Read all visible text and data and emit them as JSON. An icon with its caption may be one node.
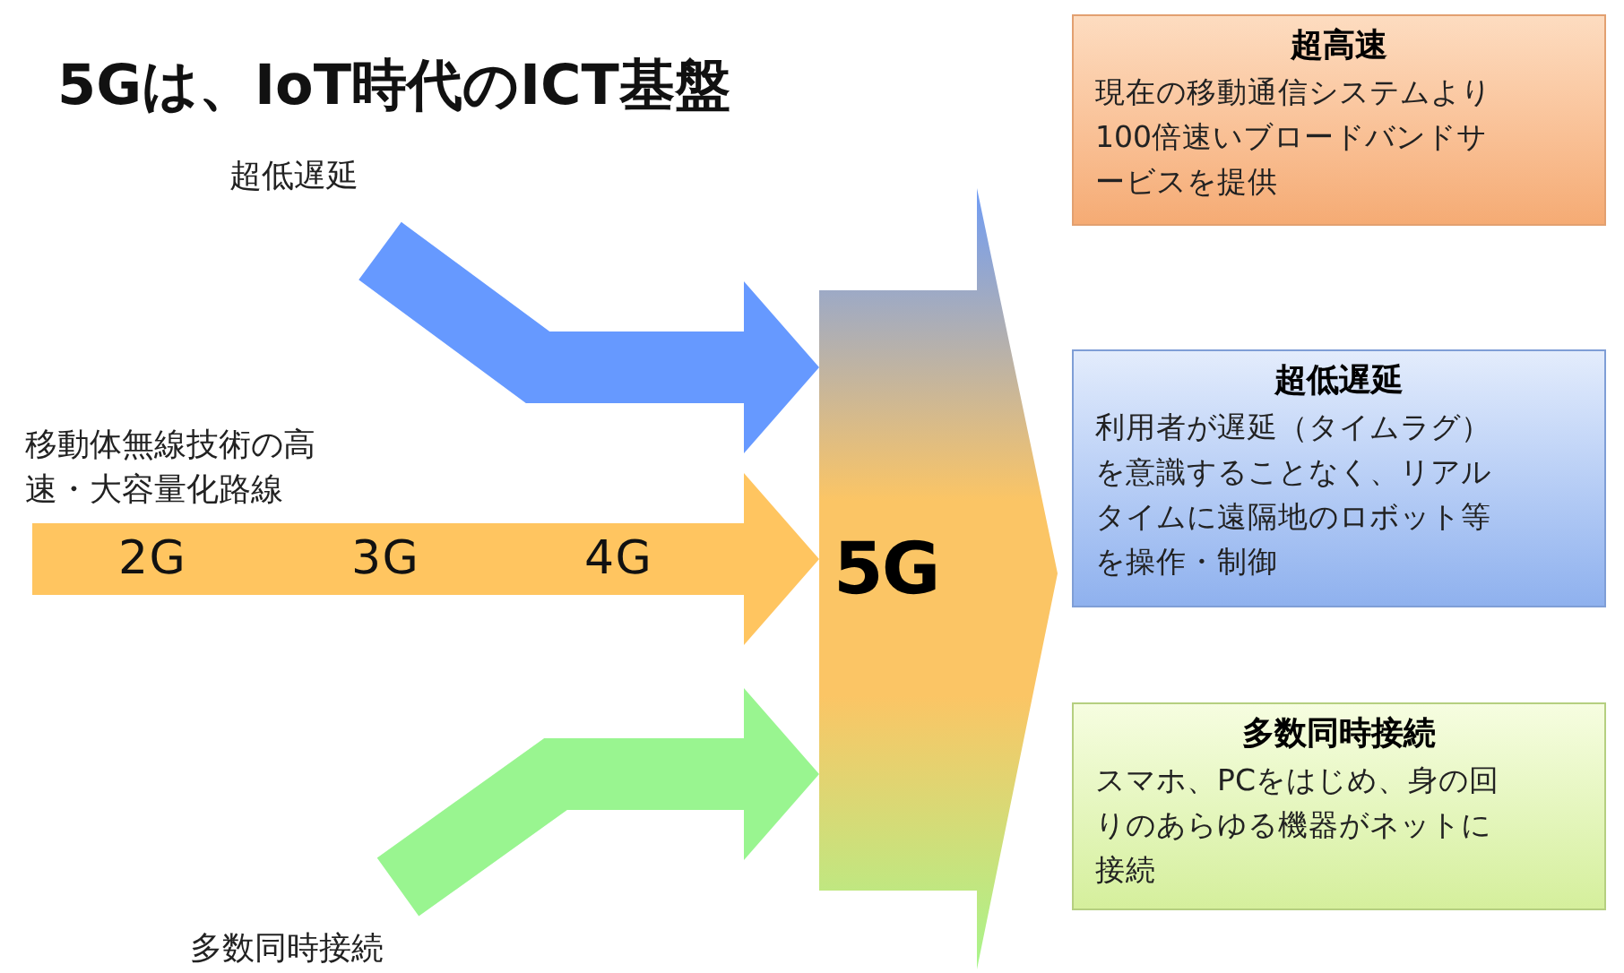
{
  "diagram": {
    "title": "5Gは、IoT時代のICT基盤",
    "nodes": [
      {
        "text": [
          "5G"
        ]
      },
      {
        "text": [
          "超高速",
          "現在の移動通信システムより100倍速いブロードバンドサービスを提供"
        ]
      },
      {
        "text": [
          "超低遅延",
          "利用者が遅延（タイムラグ）を意識することなく、リアルタイムに遠隔地のロボット等を操作・制御"
        ]
      },
      {
        "text": [
          "多数同時接続",
          "スマホ、PCをはじめ、身の回りのあらゆる機器がネットに接続"
        ]
      },
      {
        "text": [
          "超低遅延"
        ]
      },
      {
        "text": [
          "移動体無線技術の高速・大容量化路線"
        ]
      },
      {
        "text": [
          "多数同時接続"
        ]
      }
    ],
    "edges": [
      {
        "from": 4,
        "to": 0,
        "arrow": "to",
        "color": "#6699ff"
      },
      {
        "from": 5,
        "to": 0,
        "arrow": "to",
        "color": "#ffc560"
      },
      {
        "from": 6,
        "to": 0,
        "arrow": "to",
        "color": "#99f590"
      }
    ],
    "labels": [
      "2G",
      "3G",
      "4G"
    ]
  }
}
